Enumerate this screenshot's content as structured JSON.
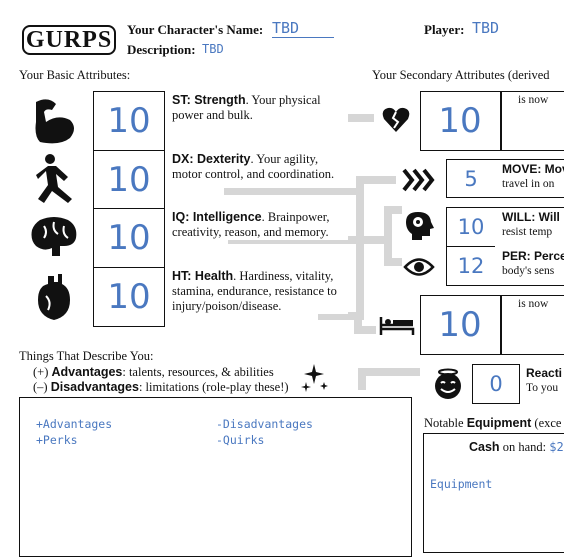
{
  "header": {
    "logo": "GURPS",
    "character_name_label": "Your Character's Name:",
    "character_name_value": "TBD",
    "player_label": "Player:",
    "player_value": "TBD",
    "description_label": "Description:",
    "description_value": "TBD"
  },
  "basic": {
    "heading": "Your Basic Attributes:",
    "st": {
      "value": "10",
      "name": "ST: Strength",
      "desc": ". Your physical power and bulk."
    },
    "dx": {
      "value": "10",
      "name": "DX: Dexterity",
      "desc": ". Your agility, motor control, and coordination."
    },
    "iq": {
      "value": "10",
      "name": "IQ: Intelligence",
      "desc": ". Brainpower, creativity, reason, and memory."
    },
    "ht": {
      "value": "10",
      "name": "HT: Health",
      "desc": ". Hardiness, vitality, stamina, endurance, resistance to injury/poison/disease."
    }
  },
  "secondary": {
    "heading": "Your Secondary Attributes (derived",
    "hp": {
      "value": "10",
      "label": "is now"
    },
    "move": {
      "value": "5",
      "name": "MOVE: Mov",
      "desc": "travel in on"
    },
    "will": {
      "value": "10",
      "name": "WILL: Will",
      "desc": "resist temp"
    },
    "per": {
      "value": "12",
      "name": "PER: Percep",
      "desc": "body's sens"
    },
    "fp": {
      "value": "10",
      "label": "is now"
    },
    "reaction": {
      "value": "0",
      "name": "Reacti",
      "desc": "To you"
    }
  },
  "traits": {
    "heading": "Things That Describe You:",
    "adv_prefix": "(+) ",
    "adv_label": "Advantages",
    "adv_desc": ": talents, resources, & abilities",
    "disadv_prefix": "(–) ",
    "disadv_label": "Disadvantages",
    "disadv_desc": ": limitations (role-play these!)",
    "advantages": "+Advantages",
    "perks": "+Perks",
    "disadvantages": "-Disadvantages",
    "quirks": "-Quirks"
  },
  "equipment": {
    "heading_prefix": "Notable ",
    "heading_bold": "Equipment",
    "heading_suffix": " (exce",
    "cash_label": "Cash",
    "cash_suffix": " on hand: ",
    "cash_value": "$2",
    "list_placeholder": "Equipment"
  }
}
